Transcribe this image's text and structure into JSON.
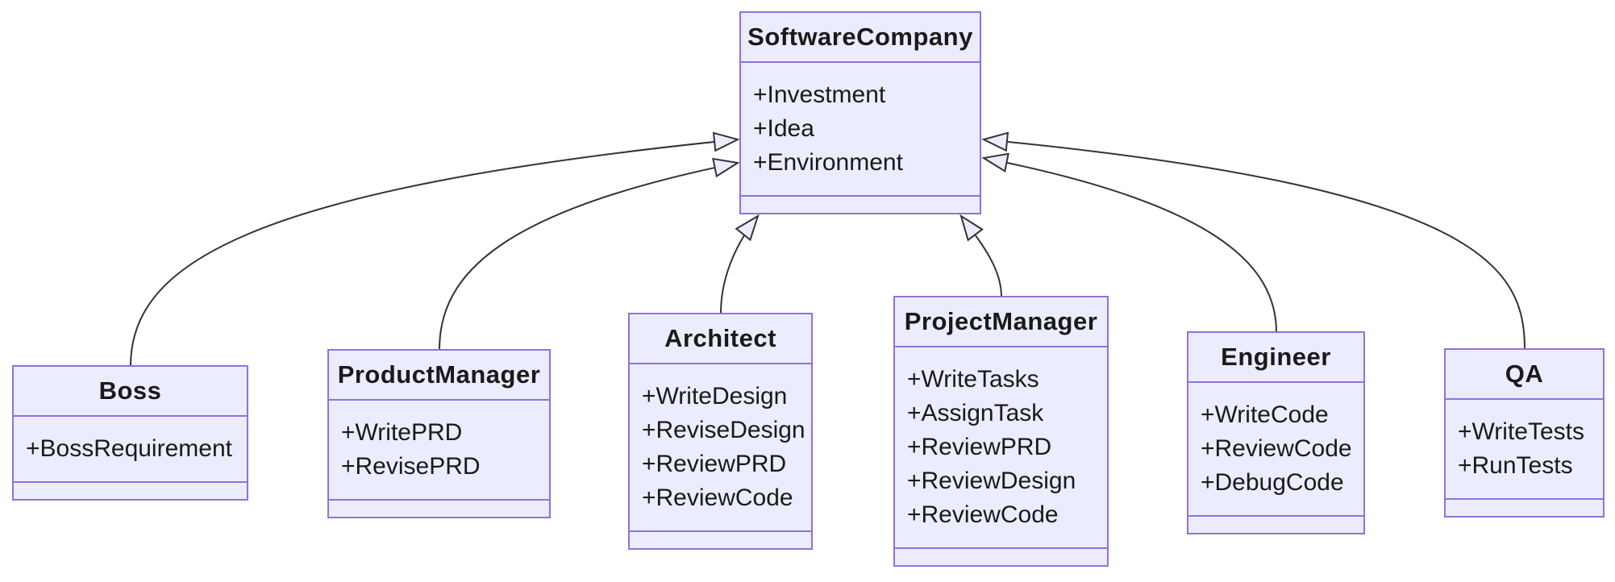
{
  "diagram": {
    "type": "uml-class-diagram",
    "colors": {
      "node_fill": "#ECECFF",
      "node_border": "#9370DB",
      "edge_line": "#333333",
      "text": "#1a1a1a",
      "background": "#ffffff"
    },
    "classes": [
      {
        "name": "SoftwareCompany",
        "attributes": [
          "+Investment",
          "+Idea",
          "+Environment"
        ]
      },
      {
        "name": "Boss",
        "attributes": [
          "+BossRequirement"
        ]
      },
      {
        "name": "ProductManager",
        "attributes": [
          "+WritePRD",
          "+RevisePRD"
        ]
      },
      {
        "name": "Architect",
        "attributes": [
          "+WriteDesign",
          "+ReviseDesign",
          "+ReviewPRD",
          "+ReviewCode"
        ]
      },
      {
        "name": "ProjectManager",
        "attributes": [
          "+WriteTasks",
          "+AssignTask",
          "+ReviewPRD",
          "+ReviewDesign",
          "+ReviewCode"
        ]
      },
      {
        "name": "Engineer",
        "attributes": [
          "+WriteCode",
          "+ReviewCode",
          "+DebugCode"
        ]
      },
      {
        "name": "QA",
        "attributes": [
          "+WriteTests",
          "+RunTests"
        ]
      }
    ],
    "relations": [
      {
        "from": "Boss",
        "to": "SoftwareCompany",
        "type": "inheritance"
      },
      {
        "from": "ProductManager",
        "to": "SoftwareCompany",
        "type": "inheritance"
      },
      {
        "from": "Architect",
        "to": "SoftwareCompany",
        "type": "inheritance"
      },
      {
        "from": "ProjectManager",
        "to": "SoftwareCompany",
        "type": "inheritance"
      },
      {
        "from": "Engineer",
        "to": "SoftwareCompany",
        "type": "inheritance"
      },
      {
        "from": "QA",
        "to": "SoftwareCompany",
        "type": "inheritance"
      }
    ]
  }
}
